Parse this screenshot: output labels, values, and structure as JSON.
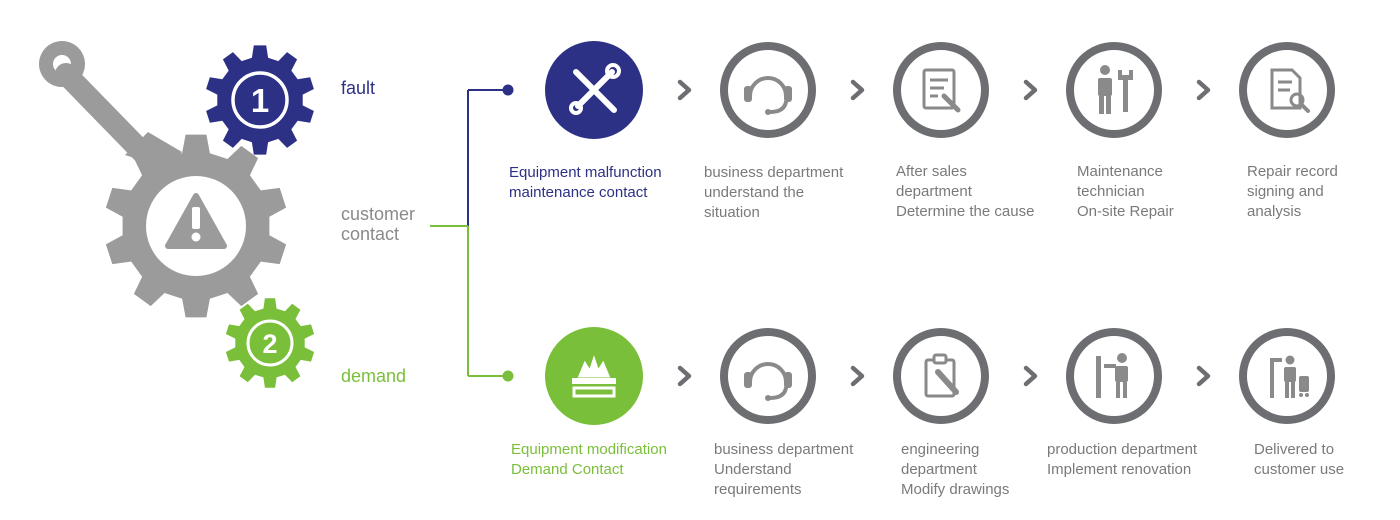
{
  "colors": {
    "navy": "#2d3185",
    "green": "#7abf3a",
    "gray_icon": "#9b9b9b",
    "ring": "#6d6e71",
    "text": "#7a7a7a"
  },
  "badges": {
    "fault_number": "1",
    "demand_number": "2"
  },
  "branches": {
    "fault": "fault",
    "customer_contact": [
      "customer",
      "contact"
    ],
    "demand": "demand"
  },
  "fault_steps": [
    {
      "icon": "wrench-screwdriver-icon",
      "lines": [
        "Equipment malfunction",
        "maintenance contact"
      ]
    },
    {
      "icon": "headset-icon",
      "lines": [
        "business department",
        "understand the",
        "situation"
      ]
    },
    {
      "icon": "document-wrench-icon",
      "lines": [
        "After sales",
        "department",
        "Determine the cause"
      ]
    },
    {
      "icon": "technician-wrench-icon",
      "lines": [
        "Maintenance",
        "technician",
        "On-site Repair"
      ]
    },
    {
      "icon": "document-search-icon",
      "lines": [
        "Repair record",
        "signing and",
        "analysis"
      ]
    }
  ],
  "demand_steps": [
    {
      "icon": "saw-blade-icon",
      "lines": [
        "Equipment modification",
        "Demand Contact"
      ]
    },
    {
      "icon": "headset-icon",
      "lines": [
        "business department",
        "Understand",
        "requirements"
      ]
    },
    {
      "icon": "clipboard-pencil-icon",
      "lines": [
        "engineering",
        "department",
        "Modify drawings"
      ]
    },
    {
      "icon": "worker-drilling-icon",
      "lines": [
        "production department",
        "Implement renovation"
      ]
    },
    {
      "icon": "delivery-person-icon",
      "lines": [
        "Delivered to",
        "customer use"
      ]
    }
  ]
}
